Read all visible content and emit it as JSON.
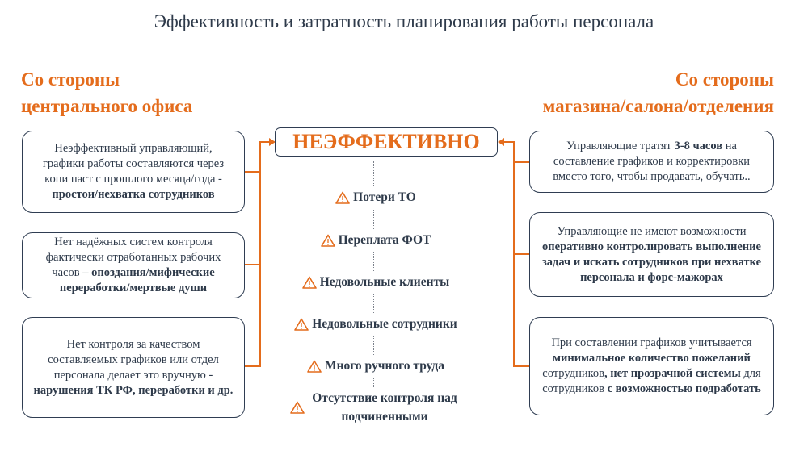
{
  "title": "Эффективность и затратность планирования работы персонала",
  "left_header": [
    "Со стороны",
    "центрального офиса"
  ],
  "right_header": [
    "Со стороны",
    "магазина/салона/отделения"
  ],
  "center_label": "НЕЭФФЕКТИВНО",
  "accent_color": "#e46c1c",
  "left_boxes": [
    [
      {
        "t": "Неэффективный управляющий, графики работы составляются через копи паст с прошлого месяца/года - ",
        "b": false
      },
      {
        "t": "простои/нехватка сотрудников",
        "b": true
      }
    ],
    [
      {
        "t": "Нет надёжных систем контроля фактически отработанных рабочих часов – ",
        "b": false
      },
      {
        "t": "опоздания/мифические переработки/мертвые души",
        "b": true
      }
    ],
    [
      {
        "t": "Нет контроля за качеством составляемых графиков или отдел персонала делает это вручную - ",
        "b": false
      },
      {
        "t": "нарушения ТК РФ, переработки и др.",
        "b": true
      }
    ]
  ],
  "right_boxes": [
    [
      {
        "t": "Управляющие тратят ",
        "b": false
      },
      {
        "t": "3-8 часов",
        "b": true
      },
      {
        "t": " на составление графиков и корректировки вместо того, чтобы продавать, обучать..",
        "b": false
      }
    ],
    [
      {
        "t": "Управляющие не имеют возможности ",
        "b": false
      },
      {
        "t": "оперативно контролировать выполнение задач и искать сотрудников при нехватке персонала и форс-мажорах",
        "b": true
      }
    ],
    [
      {
        "t": "При составлении графиков учитывается ",
        "b": false
      },
      {
        "t": "минимальное количество пожеланий",
        "b": true
      },
      {
        "t": " сотрудников",
        "b": false
      },
      {
        "t": ", нет прозрачной системы",
        "b": true
      },
      {
        "t": " для сотрудников ",
        "b": false
      },
      {
        "t": "с возможностью подработать",
        "b": true
      }
    ]
  ],
  "consequences": [
    "Потери ТО",
    "Переплата ФОТ",
    "Недовольные клиенты",
    "Недовольные сотрудники",
    "Много ручного труда",
    "Отсутствие контроля над подчиненными"
  ]
}
